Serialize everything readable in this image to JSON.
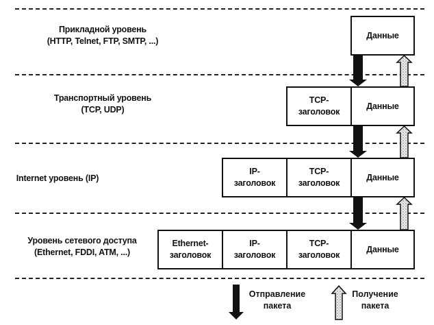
{
  "layers": [
    {
      "name": "Прикладной уровень",
      "protocols": "(HTTP, Telnet, FTP, SMTP, ...)"
    },
    {
      "name": "Транспортный уровень",
      "protocols": "(TCP, UDP)"
    },
    {
      "name": "Internet уровень (IP)",
      "protocols": ""
    },
    {
      "name": "Уровень сетевого доступа",
      "protocols": "(Ethernet, FDDI, ATM, ...)"
    }
  ],
  "blocks": {
    "data": "Данные",
    "tcp_header": [
      "TCP-",
      "заголовок"
    ],
    "ip_header": [
      "IP-",
      "заголовок"
    ],
    "ethernet_header": [
      "Ethernet-",
      "заголовок"
    ]
  },
  "legend": {
    "send": [
      "Отправление",
      "пакета"
    ],
    "receive": [
      "Получение",
      "пакета"
    ]
  },
  "colors": {
    "send_arrow": "#111111",
    "receive_arrow": "#d8d8d8",
    "line": "#222222"
  }
}
